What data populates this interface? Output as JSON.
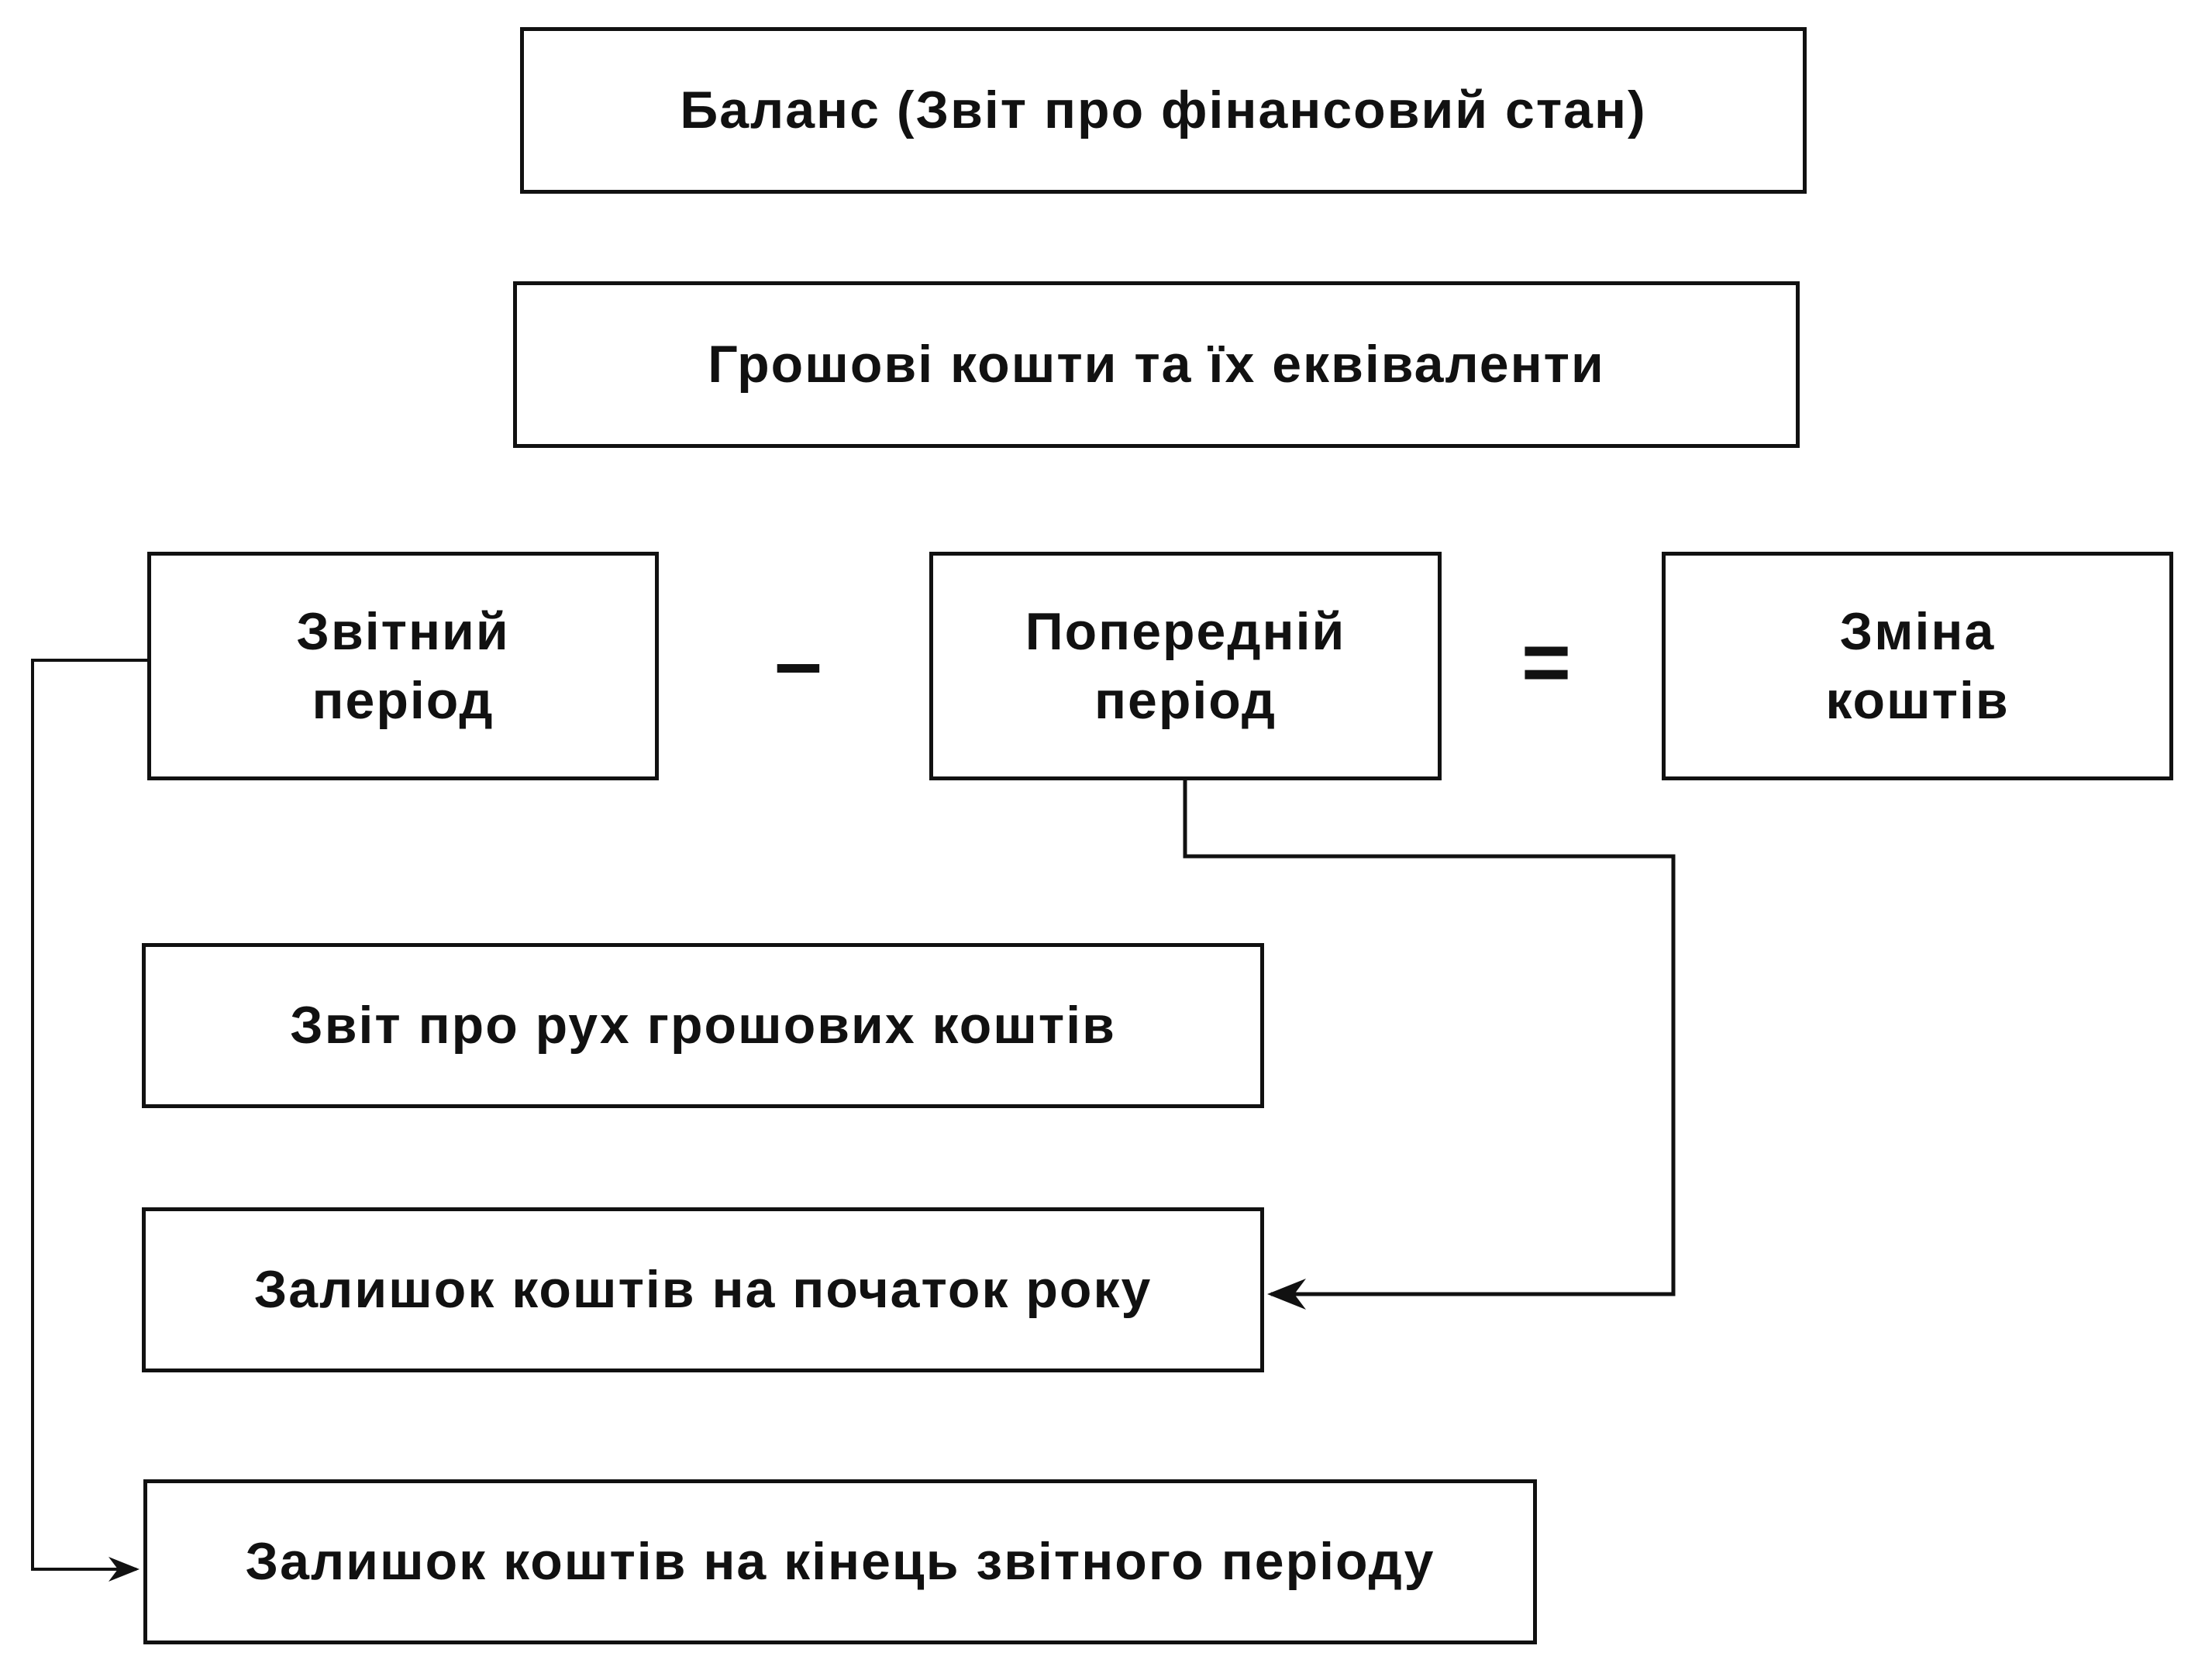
{
  "diagram": {
    "boxes": {
      "balance": "Баланс (Звіт про фінансовий стан)",
      "cash": "Грошові кошти та їх еквіваленти",
      "current_period": "Звітний\nперіод",
      "previous_period": "Попередній\nперіод",
      "change": "Зміна\nкоштів",
      "cash_flow_statement": "Звіт про рух грошових коштів",
      "opening_balance": "Залишок коштів на початок року",
      "closing_balance": "Залишок коштів на кінець звітного періоду"
    },
    "operators": {
      "minus": "–",
      "equals": "="
    },
    "connectors": [
      {
        "from": "previous_period",
        "to": "opening_balance"
      },
      {
        "from": "current_period",
        "to": "closing_balance"
      }
    ]
  }
}
